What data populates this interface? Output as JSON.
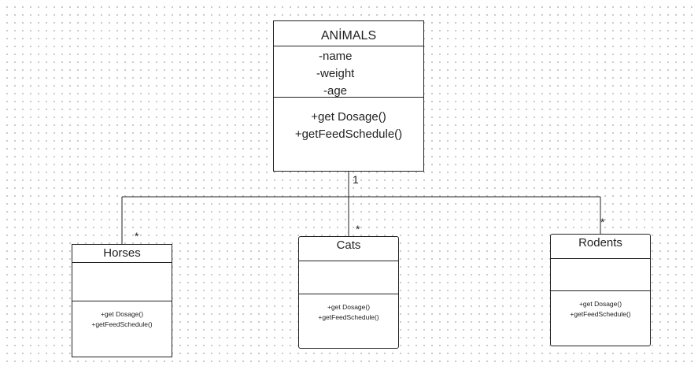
{
  "parent": {
    "name": "ANİMALS",
    "attributes": [
      "-name",
      "-weight",
      "-age"
    ],
    "operations": [
      "+get Dosage()",
      "+getFeedSchedule()"
    ]
  },
  "children": [
    {
      "name": "Horses",
      "operations": [
        "+get Dosage()",
        "+getFeedSchedule()"
      ],
      "multiplicity": "*"
    },
    {
      "name": "Cats",
      "operations": [
        "+get Dosage()",
        "+getFeedSchedule()"
      ],
      "multiplicity": "*"
    },
    {
      "name": "Rodents",
      "operations": [
        "+get Dosage()",
        "+getFeedSchedule()"
      ],
      "multiplicity": "*"
    }
  ],
  "parent_multiplicity": "1",
  "colors": {
    "stroke": "#222222",
    "grid_dot": "#c8c8c8",
    "background": "#ffffff"
  }
}
